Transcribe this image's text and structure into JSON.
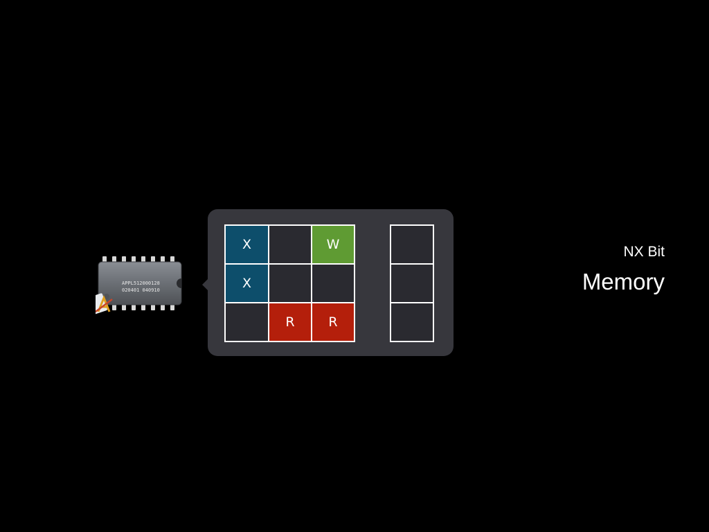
{
  "header": {
    "subtitle": "NX Bit",
    "title": "Memory"
  },
  "chip": {
    "label_line1": "APPL512000128",
    "label_line2": "020401 040910"
  },
  "colors": {
    "execute": "#0d4e6b",
    "write": "#5f9b33",
    "read": "#b41f0b",
    "empty": "#2a2a30",
    "panel": "#37373d"
  },
  "memory_grid": [
    [
      {
        "label": "X",
        "type": "execute"
      },
      {
        "label": "",
        "type": "empty"
      },
      {
        "label": "W",
        "type": "write"
      }
    ],
    [
      {
        "label": "X",
        "type": "execute"
      },
      {
        "label": "",
        "type": "empty"
      },
      {
        "label": "",
        "type": "empty"
      }
    ],
    [
      {
        "label": "",
        "type": "empty"
      },
      {
        "label": "R",
        "type": "read"
      },
      {
        "label": "R",
        "type": "read"
      }
    ]
  ],
  "memory_column": [
    {
      "label": "",
      "type": "empty"
    },
    {
      "label": "",
      "type": "empty"
    },
    {
      "label": "",
      "type": "empty"
    }
  ]
}
